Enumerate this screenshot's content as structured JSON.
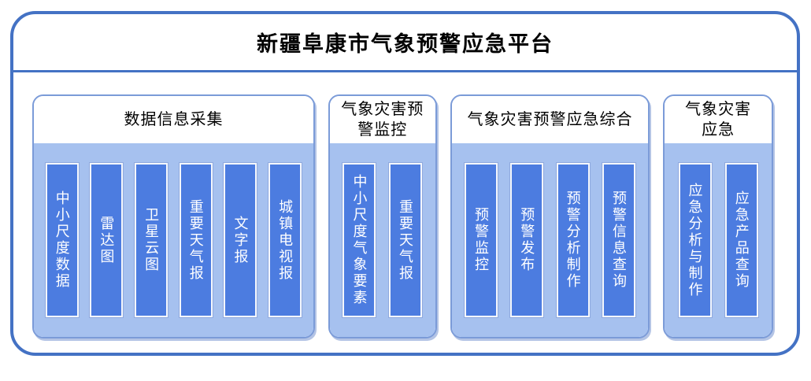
{
  "platform": {
    "title": "新疆阜康市气象预警应急平台"
  },
  "colors": {
    "outer_border": "#4472C4",
    "group_border": "#7B9BD8",
    "group_body_fill": "#A6C1EF",
    "bar_fill": "#4C7CE0",
    "bar_border": "#F4F7FD",
    "bar_text": "#FFFFFF",
    "title_text": "#000000"
  },
  "groups": [
    {
      "title": "数据信息采集",
      "items": [
        "中小尺度数据",
        "雷达图",
        "卫星云图",
        "重要天气报",
        "文字报",
        "城镇电视报"
      ]
    },
    {
      "title": "气象灾害预\n警监控",
      "items": [
        "中小尺度气象要素",
        "重要天气报"
      ]
    },
    {
      "title": "气象灾害预警应急综合",
      "items": [
        "预警监控",
        "预警发布",
        "预警分析制作",
        "预警信息查询"
      ]
    },
    {
      "title": "气象灾害\n应急",
      "items": [
        "应急分析与制作",
        "应急产品查询"
      ]
    }
  ]
}
